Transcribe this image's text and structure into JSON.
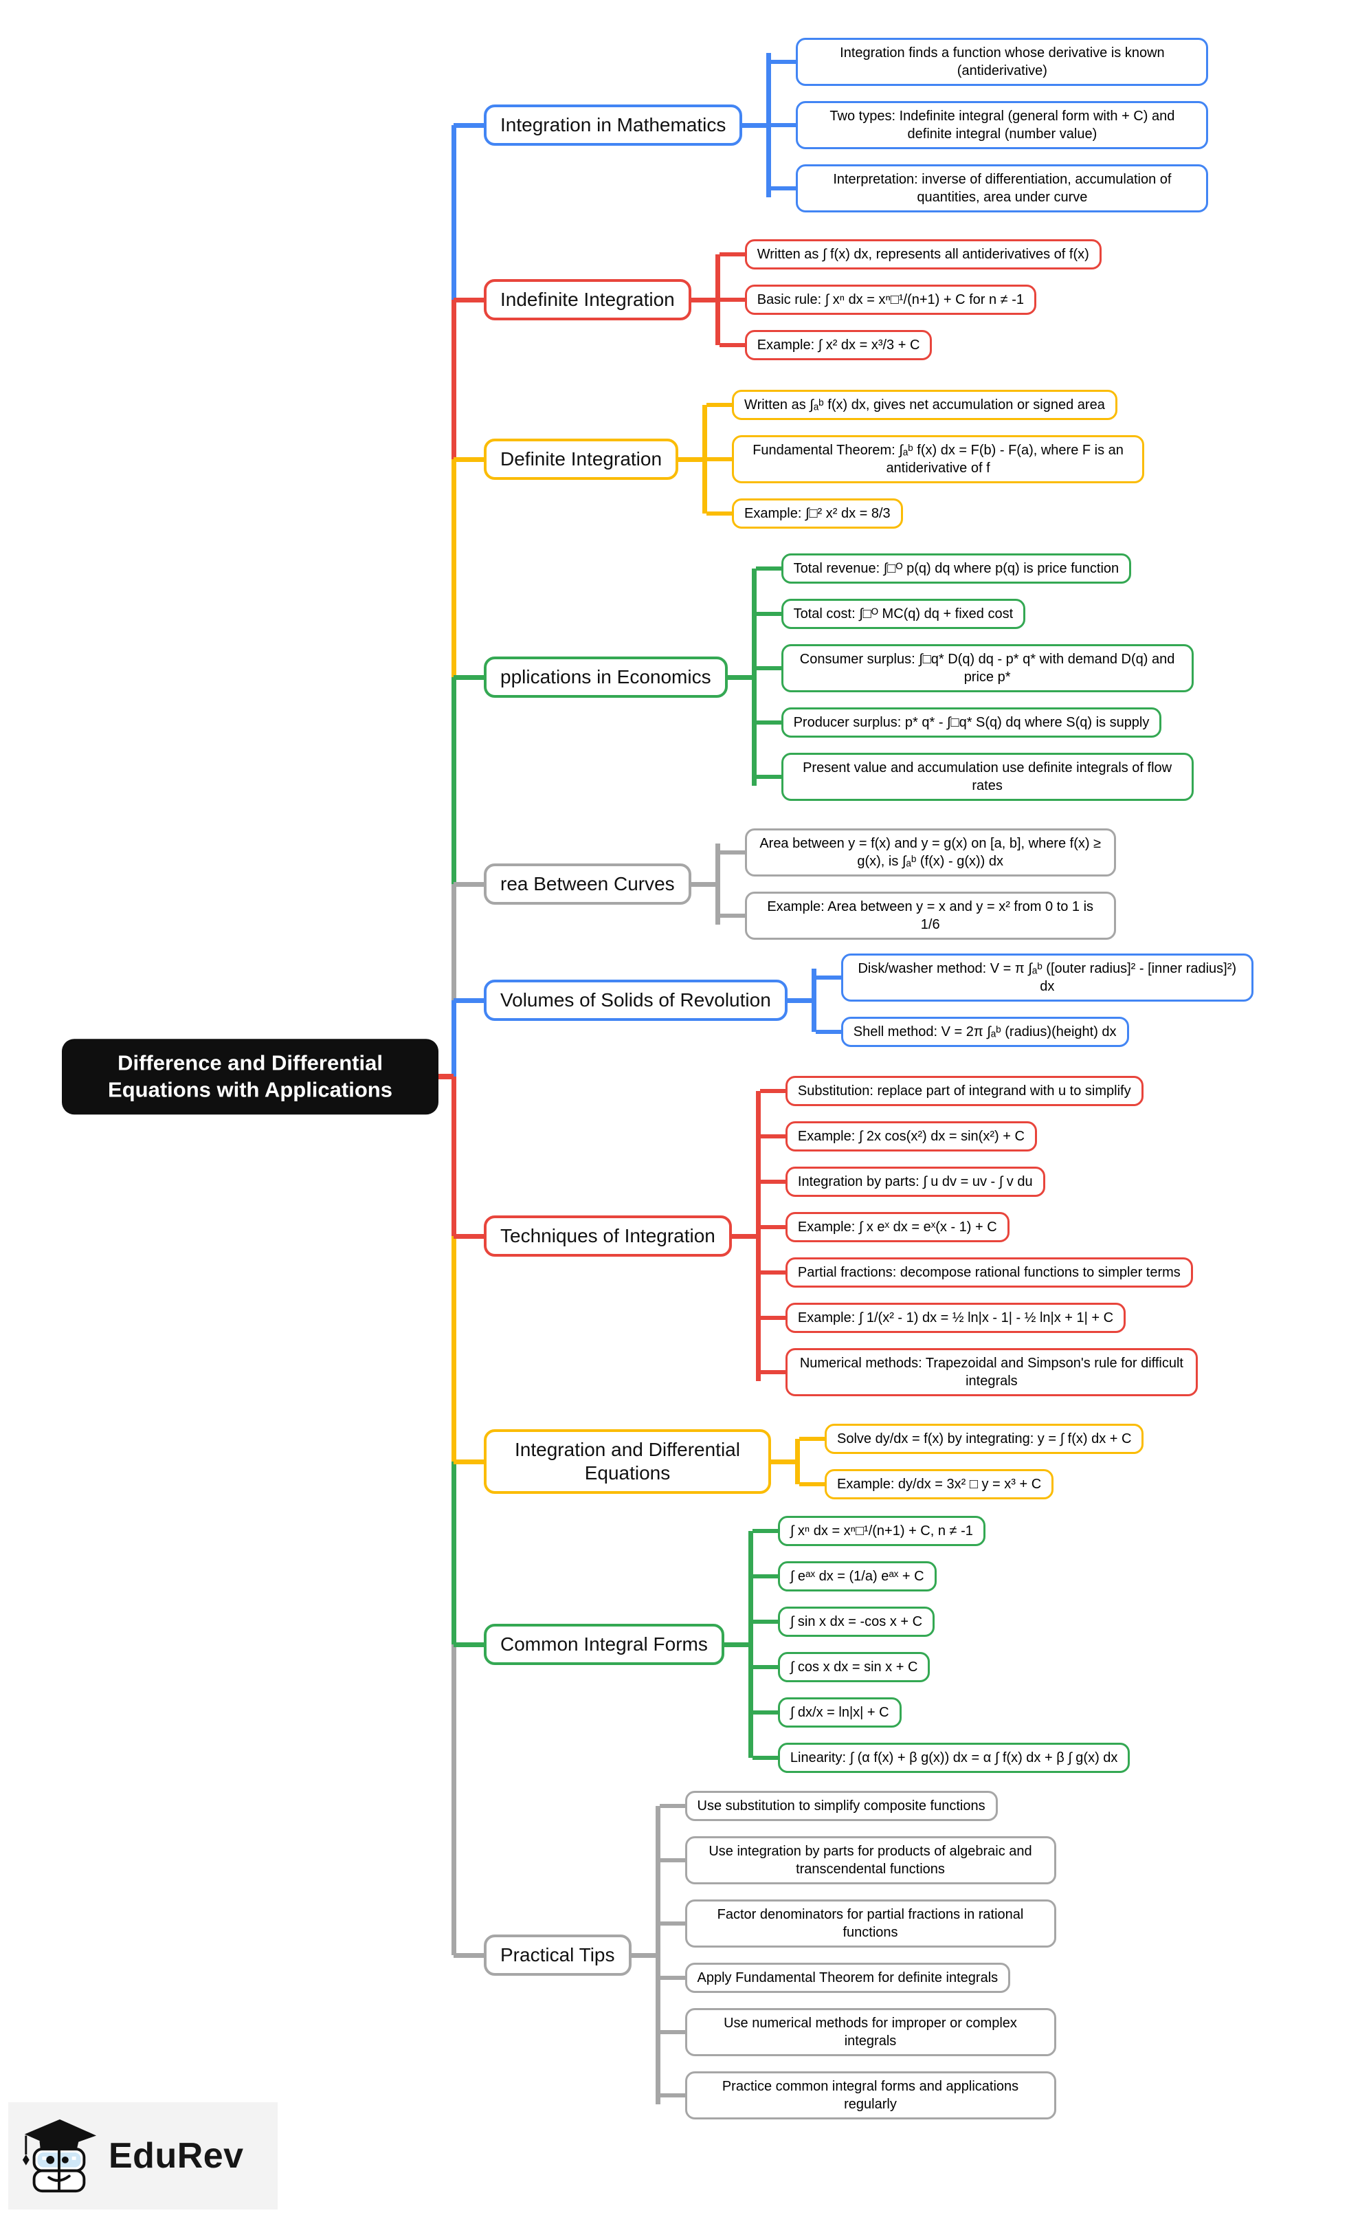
{
  "root": {
    "title": "Difference and Differential Equations with Applications"
  },
  "palette": {
    "blue": "#4285F4",
    "red": "#E8453C",
    "yellow": "#FBBC05",
    "green": "#34A853",
    "grey": "#A6A6A6",
    "root_bg": "#0F0F0F",
    "footer_bg": "#F3F3F3"
  },
  "branches": [
    {
      "label": "Integration in Mathematics",
      "color": "#4285F4",
      "children": [
        "Integration finds a function whose derivative is known (antiderivative)",
        "Two types: Indefinite integral (general form with + C) and definite integral (number value)",
        "Interpretation: inverse of differentiation, accumulation of quantities, area under curve"
      ]
    },
    {
      "label": "Indefinite Integration",
      "color": "#E8453C",
      "children": [
        "Written as ∫ f(x) dx, represents all antiderivatives of f(x)",
        "Basic rule: ∫ xⁿ dx = xⁿ□¹/(n+1) + C for n ≠ -1",
        "Example: ∫ x² dx = x³/3 + C"
      ]
    },
    {
      "label": "Definite Integration",
      "color": "#FBBC05",
      "children": [
        "Written as ∫ₐᵇ f(x) dx, gives net accumulation or signed area",
        "Fundamental Theorem: ∫ₐᵇ f(x) dx = F(b) - F(a), where F is an antiderivative of f",
        "Example: ∫□² x² dx = 8/3"
      ]
    },
    {
      "label": "pplications in Economics",
      "color": "#34A853",
      "children": [
        "Total revenue: ∫□ᴼ p(q) dq where p(q) is price function",
        "Total cost: ∫□ᴼ MC(q) dq + fixed cost",
        "Consumer surplus: ∫□q* D(q) dq - p* q* with demand D(q) and price p*",
        "Producer surplus: p* q* - ∫□q* S(q) dq where S(q) is supply",
        "Present value and accumulation use definite integrals of flow rates"
      ]
    },
    {
      "label": "rea Between Curves",
      "color": "#A6A6A6",
      "children": [
        "Area between y = f(x) and y = g(x) on [a, b], where f(x) ≥ g(x), is ∫ₐᵇ (f(x) - g(x)) dx",
        "Example: Area between y = x and y = x² from 0 to 1 is 1/6"
      ]
    },
    {
      "label": "Volumes of Solids of Revolution",
      "color": "#4285F4",
      "children": [
        "Disk/washer method: V = π ∫ₐᵇ ([outer radius]² - [inner radius]²) dx",
        "Shell method: V = 2π ∫ₐᵇ (radius)(height) dx"
      ]
    },
    {
      "label": "Techniques of Integration",
      "color": "#E8453C",
      "children": [
        "Substitution: replace part of integrand with u to simplify",
        "Example: ∫ 2x cos(x²) dx = sin(x²) + C",
        "Integration by parts: ∫ u dv = uv - ∫ v du",
        "Example: ∫ x eˣ dx = eˣ(x - 1) + C",
        "Partial fractions: decompose rational functions to simpler terms",
        "Example: ∫ 1/(x² - 1) dx = ½ ln|x - 1| - ½ ln|x + 1| + C",
        "Numerical methods: Trapezoidal and Simpson's rule for difficult integrals"
      ]
    },
    {
      "label": "Integration and Differential Equations",
      "color": "#FBBC05",
      "children": [
        "Solve dy/dx = f(x) by integrating: y = ∫ f(x) dx + C",
        "Example: dy/dx = 3x² □ y = x³ + C"
      ]
    },
    {
      "label": "Common Integral Forms",
      "color": "#34A853",
      "children": [
        "∫ xⁿ dx = xⁿ□¹/(n+1) + C, n ≠ -1",
        "∫ eᵃˣ dx = (1/a) eᵃˣ + C",
        "∫ sin x dx = -cos x + C",
        "∫ cos x dx = sin x + C",
        "∫ dx/x = ln|x| + C",
        "Linearity: ∫ (α f(x) + β g(x)) dx = α ∫ f(x) dx + β ∫ g(x) dx"
      ]
    },
    {
      "label": "Practical Tips",
      "color": "#A6A6A6",
      "children": [
        "Use substitution to simplify composite functions",
        "Use integration by parts for products of algebraic and transcendental functions",
        "Factor denominators for partial fractions in rational functions",
        "Apply Fundamental Theorem for definite integrals",
        "Use numerical methods for improper or complex integrals",
        "Practice common integral forms and applications regularly"
      ]
    }
  ],
  "footer": {
    "brand": "EduRev"
  }
}
